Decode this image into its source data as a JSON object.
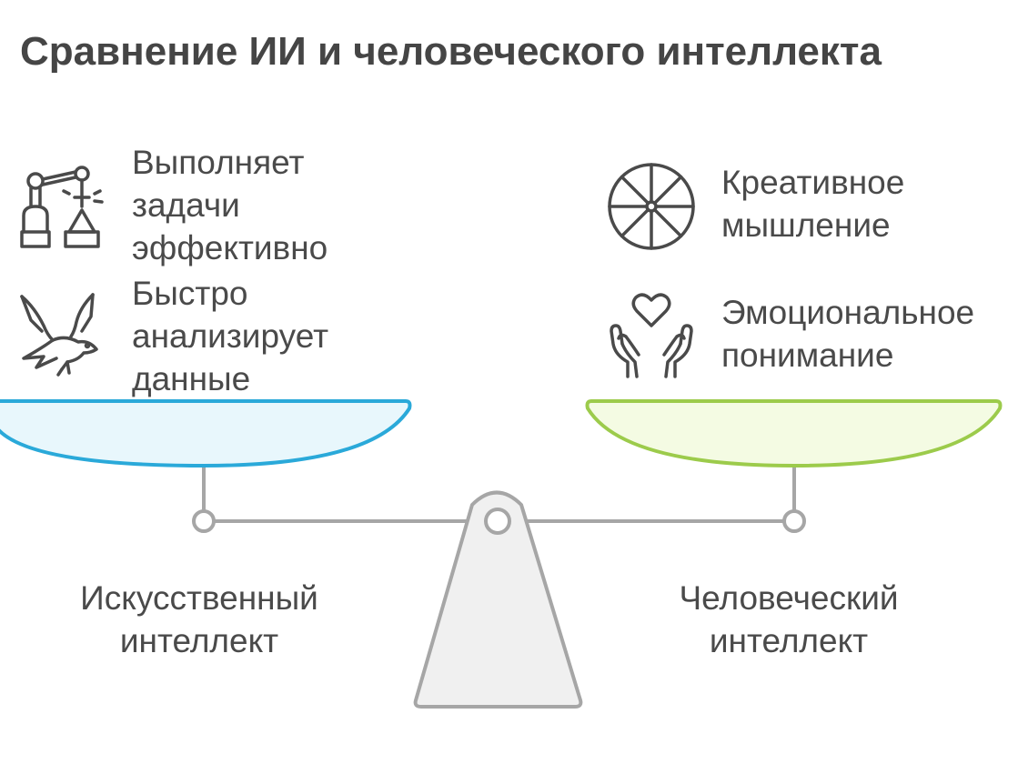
{
  "title": "Сравнение ИИ и человеческого интеллекта",
  "left": {
    "label_line1": "Искусственный",
    "label_line2": "интеллект",
    "items": [
      {
        "icon": "robot-arm-icon",
        "line1": "Выполняет",
        "line2": "задачи",
        "line3": "эффективно"
      },
      {
        "icon": "eagle-icon",
        "line1": "Быстро",
        "line2": "анализирует",
        "line3": "данные"
      }
    ]
  },
  "right": {
    "label_line1": "Человеческий",
    "label_line2": "интеллект",
    "items": [
      {
        "icon": "wheel-icon",
        "line1": "Креативное",
        "line2": "мышление"
      },
      {
        "icon": "heart-hands-icon",
        "line1": "Эмоциональное",
        "line2": "понимание"
      }
    ]
  },
  "colors": {
    "left_pan_fill": "#e8f7fc",
    "left_pan_stroke": "#2aa9d9",
    "right_pan_fill": "#f4fbe3",
    "right_pan_stroke": "#9ccb4b",
    "structure": "#a6a6a6",
    "fulcrum_fill": "#f0f0f0",
    "icon": "#4a4a4a"
  }
}
